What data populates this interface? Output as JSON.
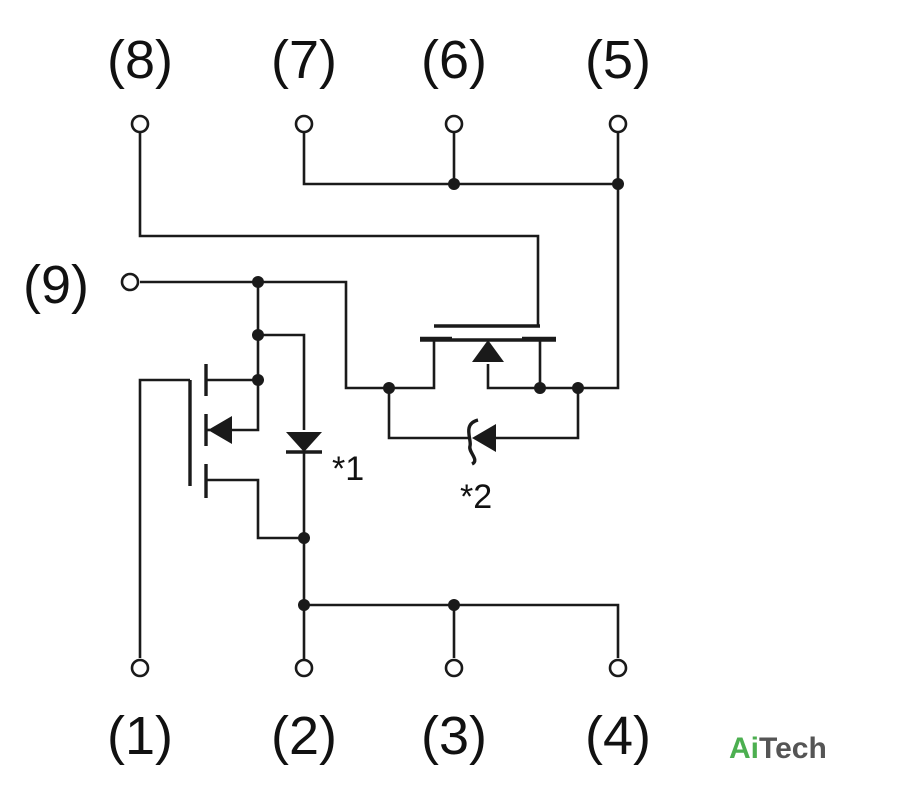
{
  "pins": {
    "p1": "(1)",
    "p2": "(2)",
    "p3": "(3)",
    "p4": "(4)",
    "p5": "(5)",
    "p6": "(6)",
    "p7": "(7)",
    "p8": "(8)",
    "p9": "(9)"
  },
  "notes": {
    "n1": "*1",
    "n2": "*2"
  },
  "brand": {
    "part1": "Ai",
    "part2": "Tech",
    "color1": "#4caf50",
    "color2": "#555555"
  }
}
